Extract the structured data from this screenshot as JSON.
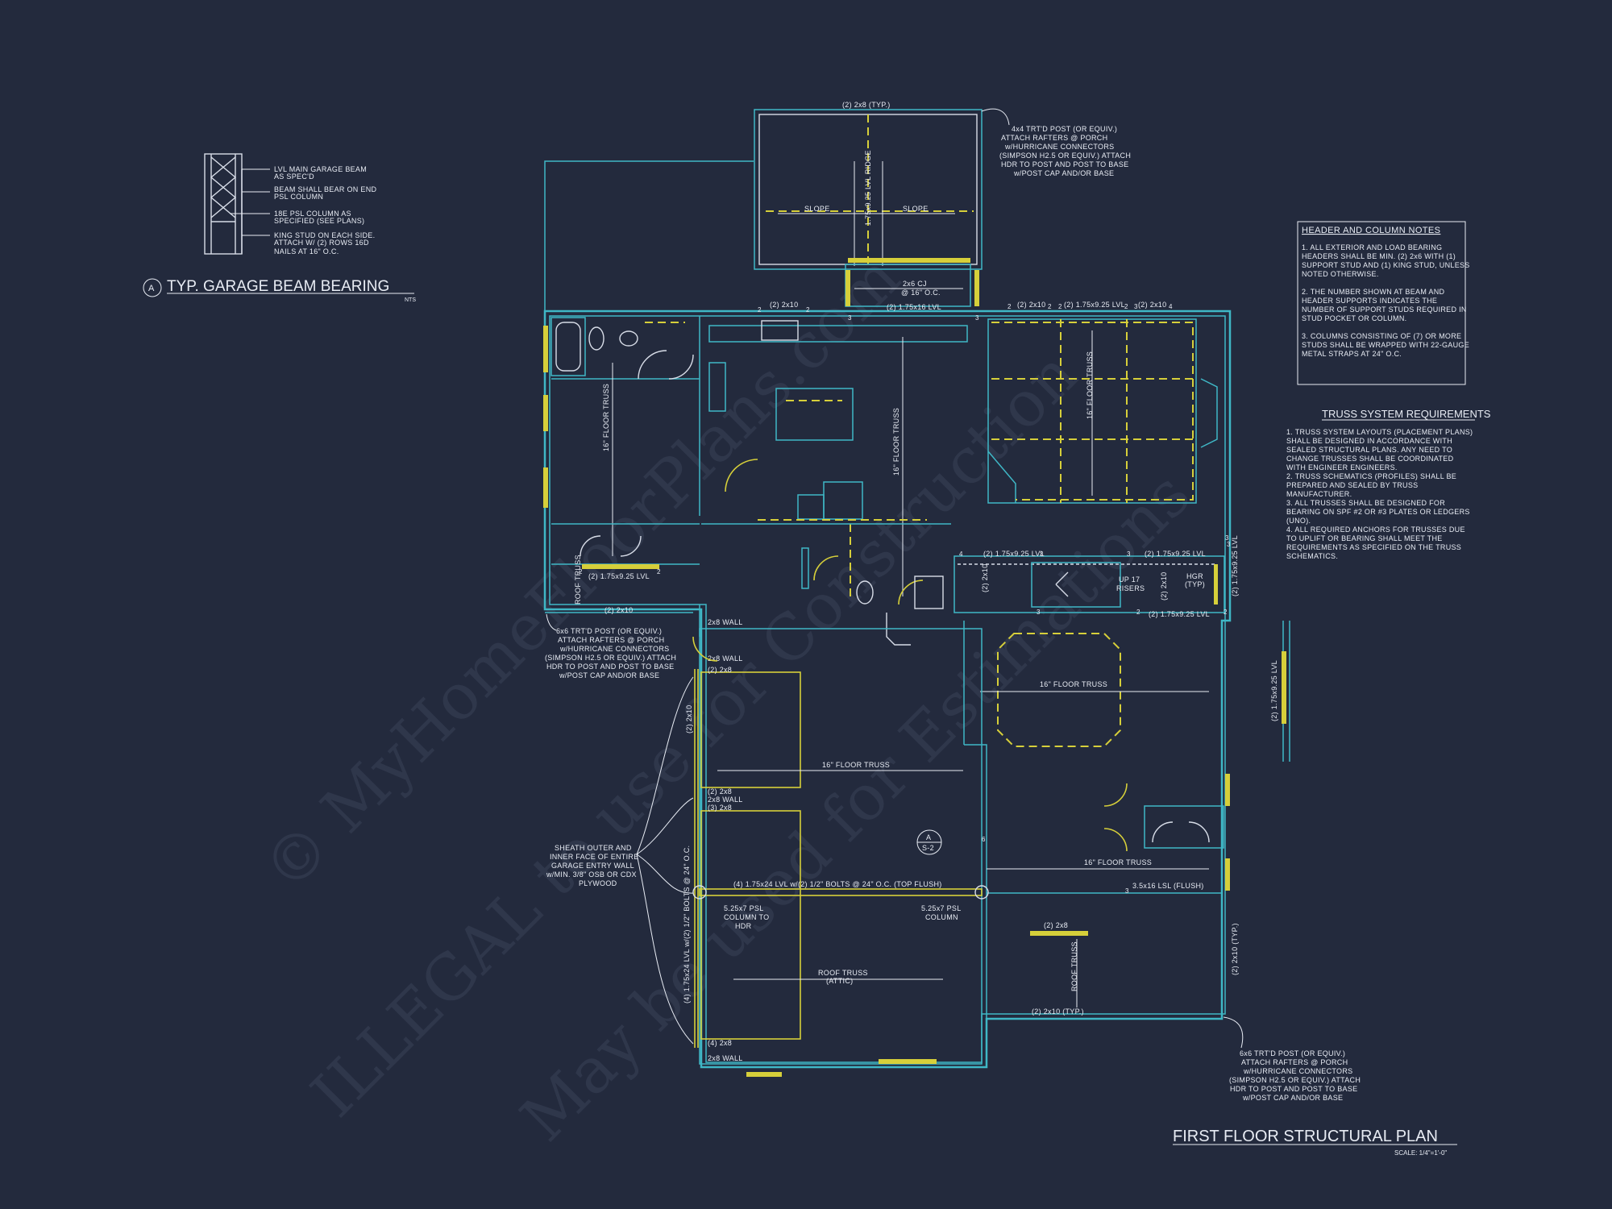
{
  "title": {
    "main": "FIRST FLOOR STRUCTURAL PLAN",
    "scale": "SCALE: 1/4\"=1'-0\""
  },
  "detail": {
    "marker": "A",
    "title": "TYP. GARAGE BEAM BEARING",
    "nts": "NTS",
    "labels": [
      "LVL MAIN GARAGE BEAM",
      "AS SPEC'D",
      "BEAM SHALL BEAR ON END",
      "PSL COLUMN",
      "18E PSL COLUMN AS",
      "SPECIFIED (SEE PLANS)",
      "KING STUD ON EACH SIDE.",
      "ATTACH W/ (2) ROWS 16D",
      "NAILS AT 16\" O.C."
    ]
  },
  "header_notes": {
    "title": "HEADER AND COLUMN NOTES",
    "lines": [
      "1. ALL EXTERIOR AND LOAD BEARING",
      "HEADERS SHALL BE MIN. (2) 2x6 WITH (1)",
      "SUPPORT STUD AND (1) KING STUD, UNLESS",
      "NOTED OTHERWISE.",
      "",
      "2. THE NUMBER SHOWN AT BEAM AND",
      "HEADER SUPPORTS INDICATES THE",
      "NUMBER OF SUPPORT STUDS REQUIRED IN",
      "STUD POCKET OR COLUMN.",
      "",
      "3. COLUMNS CONSISTING OF (7) OR MORE",
      "STUDS SHALL BE WRAPPED WITH 22-GAUGE",
      "METAL STRAPS AT 24\" O.C."
    ]
  },
  "truss_notes": {
    "title": "TRUSS SYSTEM REQUIREMENTS",
    "lines": [
      "1. TRUSS SYSTEM LAYOUTS (PLACEMENT PLANS)",
      "SHALL BE DESIGNED IN ACCORDANCE WITH",
      "SEALED STRUCTURAL PLANS. ANY NEED TO",
      "CHANGE TRUSSES SHALL BE COORDINATED",
      "WITH ENGINEER ENGINEERS.",
      "2. TRUSS SCHEMATICS (PROFILES) SHALL BE",
      "PREPARED AND SEALED BY TRUSS",
      "MANUFACTURER.",
      "3. ALL TRUSSES SHALL BE DESIGNED FOR",
      "BEARING ON SPF #2 OR #3 PLATES OR LEDGERS",
      "(UNO).",
      "4. ALL REQUIRED ANCHORS FOR TRUSSES DUE",
      "TO UPLIFT OR BEARING SHALL MEET THE",
      "REQUIREMENTS AS SPECIFIED ON THE TRUSS",
      "SCHEMATICS."
    ]
  },
  "callouts": {
    "porch_post_top": [
      "4x4 TRT'D POST (OR EQUIV.)",
      "ATTACH RAFTERS @ PORCH",
      "w/HURRICANE CONNECTORS",
      "(SIMPSON H2.5 OR EQUIV.) ATTACH",
      "HDR TO POST AND POST TO BASE",
      "w/POST CAP AND/OR BASE"
    ],
    "porch_post_left": [
      "6x6 TRT'D POST (OR EQUIV.)",
      "ATTACH RAFTERS @ PORCH",
      "w/HURRICANE CONNECTORS",
      "(SIMPSON H2.5 OR EQUIV.) ATTACH",
      "HDR TO POST AND POST TO BASE",
      "w/POST CAP AND/OR BASE"
    ],
    "porch_post_right": [
      "6x6 TRT'D POST (OR EQUIV.)",
      "ATTACH RAFTERS @ PORCH",
      "w/HURRICANE CONNECTORS",
      "(SIMPSON H2.5 OR EQUIV.) ATTACH",
      "HDR TO POST AND POST TO BASE",
      "w/POST CAP AND/OR BASE"
    ],
    "sheath": [
      "SHEATH OUTER AND",
      "INNER FACE OF ENTIRE",
      "GARAGE ENTRY WALL",
      "w/MIN. 3/8\" OSB OR CDX",
      "PLYWOOD"
    ]
  },
  "plan_labels": {
    "porch_top_hdr": "(2) 2x8 (TYP.)",
    "slope_l": "SLOPE",
    "slope_r": "SLOPE",
    "ridge": "1.75x9.25 LVL RIDGE",
    "cj": "2x6 CJ",
    "cj_oc": "@ 16\" O.C.",
    "hdr_kitchen": "(2) 2x10",
    "lvl_16": "(2) 1.75x16 LVL",
    "hdr_r1": "(2) 2x10",
    "lvl_r": "(2) 1.75x9.25 LVL",
    "hdr_r2": "(2) 2x10",
    "floor_truss_a": "16\" FLOOR TRUSS",
    "floor_truss_b": "16\" FLOOR TRUSS",
    "floor_truss_c": "16\" FLOOR TRUSS",
    "floor_truss_d": "16\" FLOOR TRUSS",
    "floor_truss_e": "16\" FLOOR TRUSS",
    "floor_truss_f": "16\" FLOOR TRUSS",
    "lvl_left": "(2) 1.75x9.25 LVL",
    "roof_truss_l": "ROOF TRUSS",
    "hdr_2x10_l": "(2) 2x10",
    "wall_2x8_a": "2x8 WALL",
    "wall_2x8_b": "2x8 WALL",
    "wall_2x8_c": "2x8 WALL",
    "wall_2x8_d": "2x8 WALL",
    "hdr_2x8_a": "(2) 2x8",
    "hdr_2x8_b": "(2) 2x8",
    "hdr_2x8_c": "(3) 2x8",
    "hdr_2x8_d": "(4) 2x8",
    "garage_2x10": "(2) 2x10",
    "garage_lvl_vert": "(4) 1.75x24 LVL w/(2) 1/2\" BOLTS @ 24\" O.C.",
    "garage_beam": "(4) 1.75x24 LVL w/(2) 1/2\" BOLTS @ 24\" O.C. (TOP FLUSH)",
    "psl_l": [
      "5.25x7 PSL",
      "COLUMN TO",
      "HDR"
    ],
    "psl_r": [
      "5.25x7 PSL",
      "COLUMN"
    ],
    "roof_truss_attic": [
      "ROOF TRUSS",
      "(ATTIC)"
    ],
    "section_top": "A",
    "section_bot": "S-2",
    "stair_lvl": "(2) 1.75x9.25 LVL",
    "stair_2x10": "(2) 2x10",
    "stair": [
      "UP 17",
      "RISERS"
    ],
    "stair_lvl_r": "(2) 1.75x9.25 LVL",
    "stair_lvl_b": "(2) 1.75x9.25 LVL",
    "hgr": [
      "HGR",
      "(TYP)"
    ],
    "stair_2x10_v": "(2) 2x10",
    "lvl_vert_r": "(2) 1.75x9.25 LVL",
    "lvl_side": "(2) 1.75x9.25 LVL",
    "lsl": "3.5x16 LSL (FLUSH)",
    "hdr_2x8_e": "(2) 2x8",
    "roof_truss_r": "ROOF TRUSS",
    "hdr_2x10_typ": "(2) 2x10 (TYP.)",
    "hdr_2x10_typ_v": "(2) 2x10 (TYP.)",
    "studs": [
      "2",
      "2",
      "3",
      "3",
      "2",
      "2",
      "2",
      "2",
      "3",
      "4",
      "3",
      "4",
      "3",
      "3",
      "2",
      "2",
      "2",
      "2",
      "6",
      "3",
      "3",
      "3"
    ]
  },
  "watermark": [
    "© MyHomeFloorPlans.com",
    "ILLEGAL to use for Construction",
    "May be used for Estimations"
  ],
  "colors": {
    "background": "#232a3d",
    "walls": "#3fb7c6",
    "structure": "#d6cf3a",
    "text": "#e8ecf4"
  }
}
